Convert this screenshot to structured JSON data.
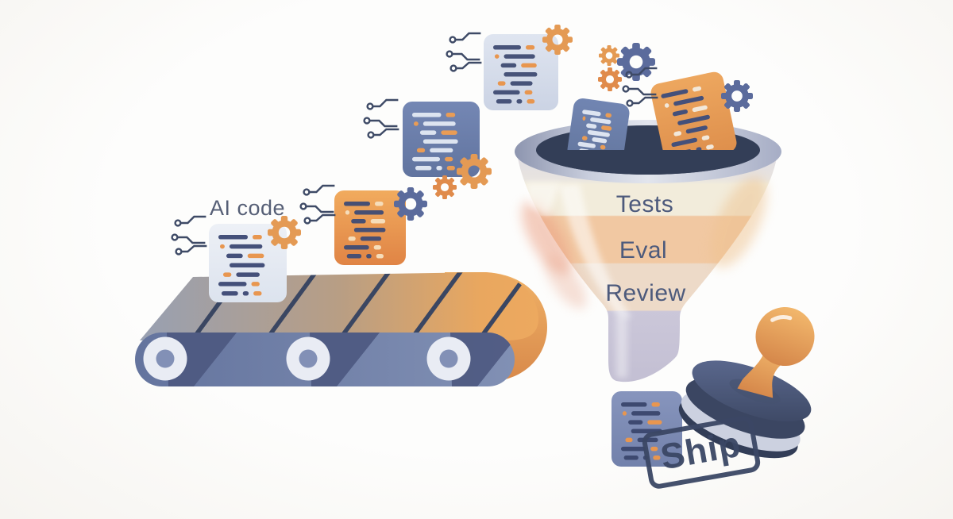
{
  "illustration": {
    "labels": {
      "ai_code": "AI code",
      "ship": "Ship",
      "funnel_stages": [
        {
          "label": "Tests"
        },
        {
          "label": "Eval"
        },
        {
          "label": "Review"
        }
      ]
    },
    "palette": {
      "background": "#fcfbf9",
      "navy": "#3e4a66",
      "slate_blue": "#6e7fa9",
      "periwinkle": "#aab3cf",
      "orange": "#e8964f",
      "orange_light": "#f0b267",
      "cream": "#f2ecdb",
      "peach": "#f1c8a2",
      "salmon": "#eb9d80",
      "lavender": "#c8c4d7",
      "funnel_hole": "#333e57",
      "label_text": "#4d5a7c",
      "ship_text": "#3b4765"
    },
    "icons": [
      "conveyor-belt-icon",
      "roller-icon",
      "code-card-icon",
      "gear-icon",
      "circuit-trace-icon",
      "funnel-icon",
      "rubber-stamp-icon",
      "ship-imprint"
    ]
  }
}
